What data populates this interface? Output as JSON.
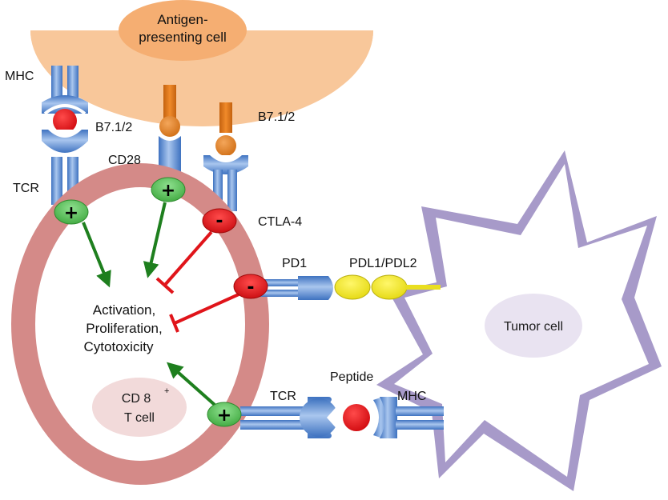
{
  "antigen_cell": {
    "label_line1": "Antigen-",
    "label_line2": "presenting cell",
    "color": "#F8C79A"
  },
  "tumor_cell": {
    "label": "Tumor cell",
    "color": "#A79AC9"
  },
  "t_cell": {
    "label_line1": "CD 8",
    "label_sup": "+",
    "label_line2": "T cell",
    "ring_color": "#D48A88"
  },
  "center_text": {
    "line1": "Activation,",
    "line2": "Proliferation,",
    "line3": "Cytotoxicity"
  },
  "labels": {
    "mhc_top": "MHC",
    "b71_left": "B7.1/2",
    "b71_right": "B7.1/2",
    "cd28": "CD28",
    "tcr_left": "TCR",
    "ctla4": "CTLA-4",
    "pd1": "PD1",
    "pdl": "PDL1/PDL2",
    "peptide": "Peptide",
    "tcr_bottom": "TCR",
    "mhc_bottom": "MHC"
  },
  "signals": {
    "plus": "+",
    "minus": "-"
  },
  "colors": {
    "receptor": "#5B8ED6",
    "ligand": "#E07B1A",
    "antigen": "#E8141A",
    "pdl_ligand": "#F0E81E",
    "positive_badge": "#5CCB5C",
    "negative_badge": "#E8141A",
    "activating_arrow": "#1E7F1E",
    "inhibiting_arrow": "#E0141A"
  }
}
